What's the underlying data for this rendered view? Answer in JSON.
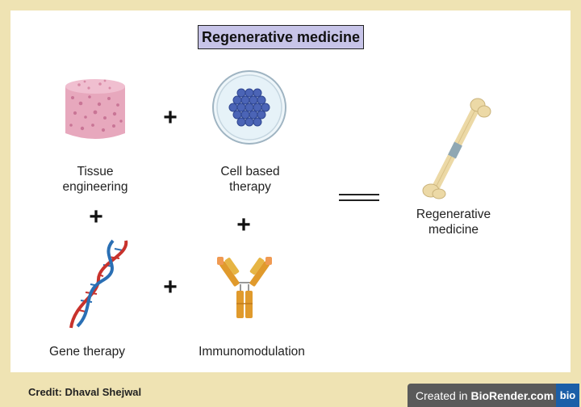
{
  "title": "Regenerative medicine",
  "items": {
    "tissue": "Tissue\nengineering",
    "cell": "Cell based\ntherapy",
    "gene": "Gene therapy",
    "immuno": "Immunomodulation",
    "result": "Regenerative\nmedicine"
  },
  "operators": {
    "plus": "+"
  },
  "footer": {
    "credit": "Credit: Dhaval Shejwal",
    "created_prefix": "Created in ",
    "created_brand": "BioRender.com",
    "logo_text": "bio"
  },
  "colors": {
    "background": "#efe3b3",
    "title_fill": "#c7c4e8",
    "scaffold": "#e7a8bd",
    "cells": "#4b64b6",
    "dna_red": "#c8322c",
    "dna_blue": "#2a6fb4",
    "antibody": "#e09a2c",
    "bone": "#ecd9a6"
  },
  "icons": [
    "scaffold-icon",
    "petri-dish-icon",
    "dna-icon",
    "antibody-icon",
    "bone-icon"
  ]
}
